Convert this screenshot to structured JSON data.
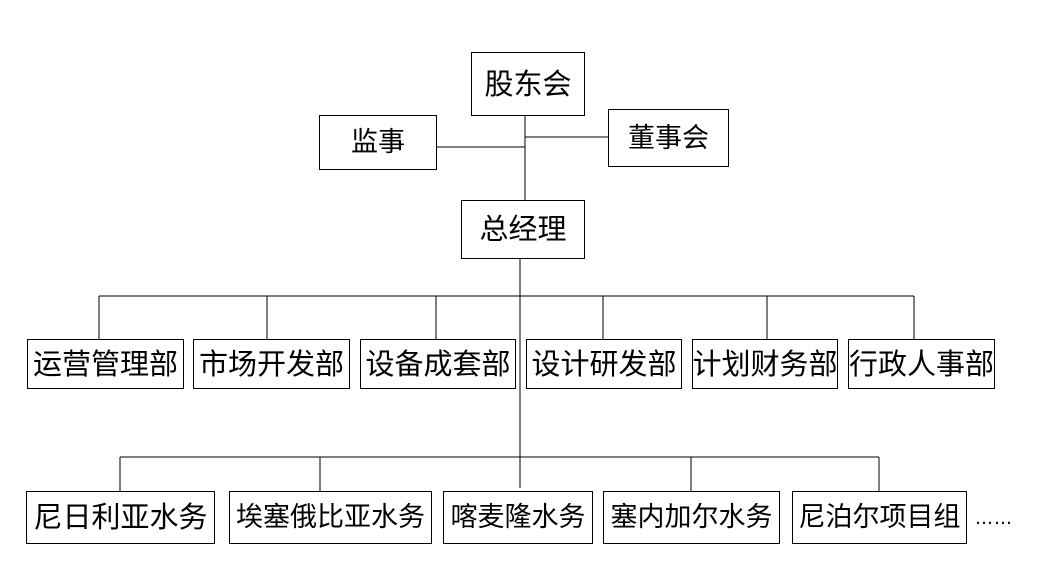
{
  "org_chart": {
    "shareholders": "股东会",
    "supervisor": "监事",
    "board": "董事会",
    "general_manager": "总经理",
    "departments": [
      "运营管理部",
      "市场开发部",
      "设备成套部",
      "设计研发部",
      "计划财务部",
      "行政人事部"
    ],
    "branches": [
      "尼日利亚水务",
      "埃塞俄比亚水务",
      "喀麦隆水务",
      "塞内加尔水务",
      "尼泊尔项目组"
    ],
    "more": "……"
  }
}
